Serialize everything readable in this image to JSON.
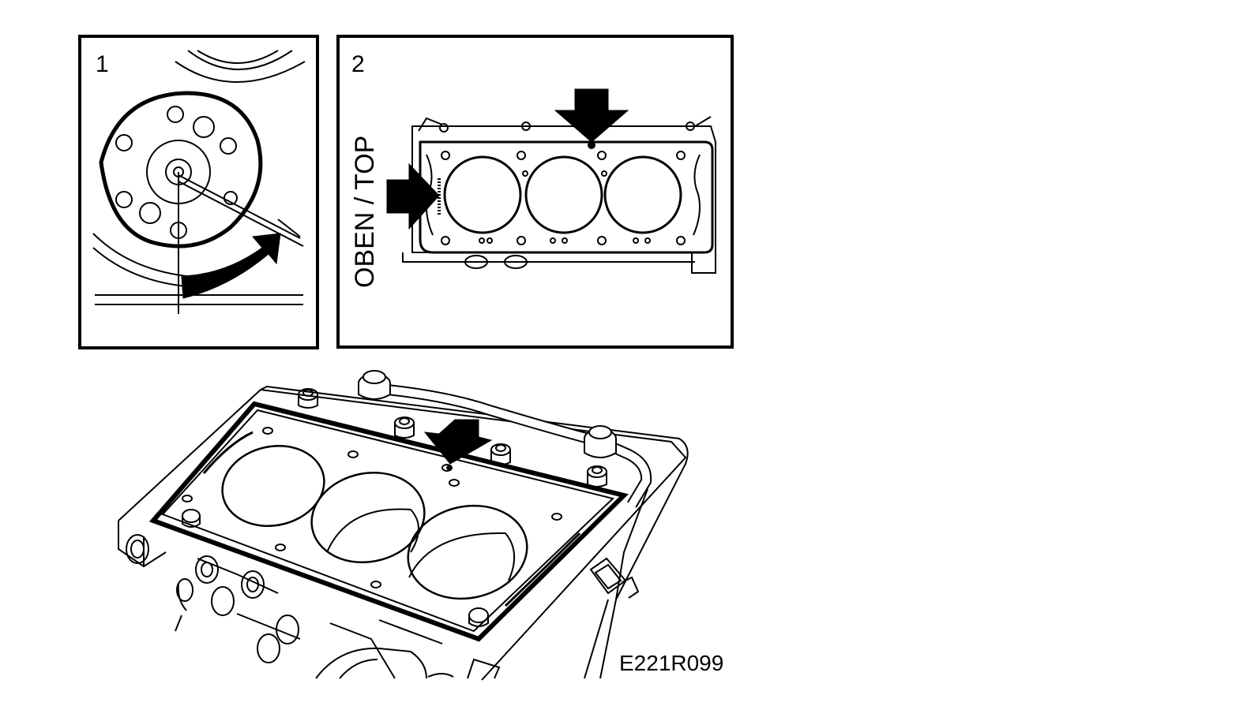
{
  "panel_1": {
    "number": "1"
  },
  "panel_2": {
    "number": "2",
    "orientation_label": "OBEN / TOP"
  },
  "figure_code": "E221R099",
  "colors": {
    "ink": "#000000",
    "paper": "#ffffff"
  }
}
